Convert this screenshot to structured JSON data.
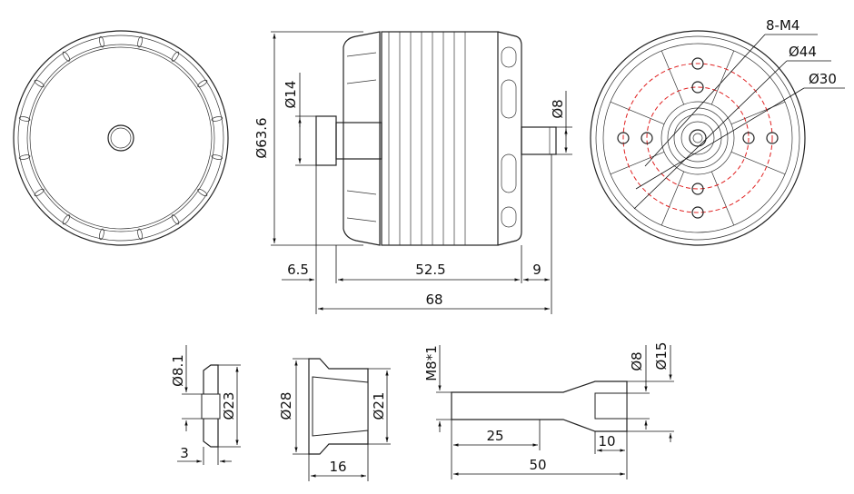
{
  "title": "Motor dimension drawing",
  "front_view": {},
  "side_view": {
    "dim_outer_diameter": "Ø63.6",
    "dim_collar_diameter": "Ø14",
    "dim_shaft_diameter": "Ø8",
    "dim_front_offset": "6.5",
    "dim_body_length": "52.5",
    "dim_shaft_length": "9",
    "dim_total_length": "68"
  },
  "rear_view": {
    "dim_holes": "8-M4",
    "dim_outer_pcd": "Ø44",
    "dim_inner_pcd": "Ø30",
    "accent_color": "#e02020"
  },
  "washer": {
    "dim_bore": "Ø8.1",
    "dim_outer": "Ø23",
    "dim_thickness": "3"
  },
  "prop_adapter": {
    "dim_flange": "Ø28",
    "dim_body": "Ø21",
    "dim_length": "16"
  },
  "shaft": {
    "dim_thread": "M8*1",
    "dim_small_diameter": "Ø8",
    "dim_large_diameter": "Ø15",
    "dim_thread_length": "25",
    "dim_end_length": "10",
    "dim_total_length": "50"
  }
}
